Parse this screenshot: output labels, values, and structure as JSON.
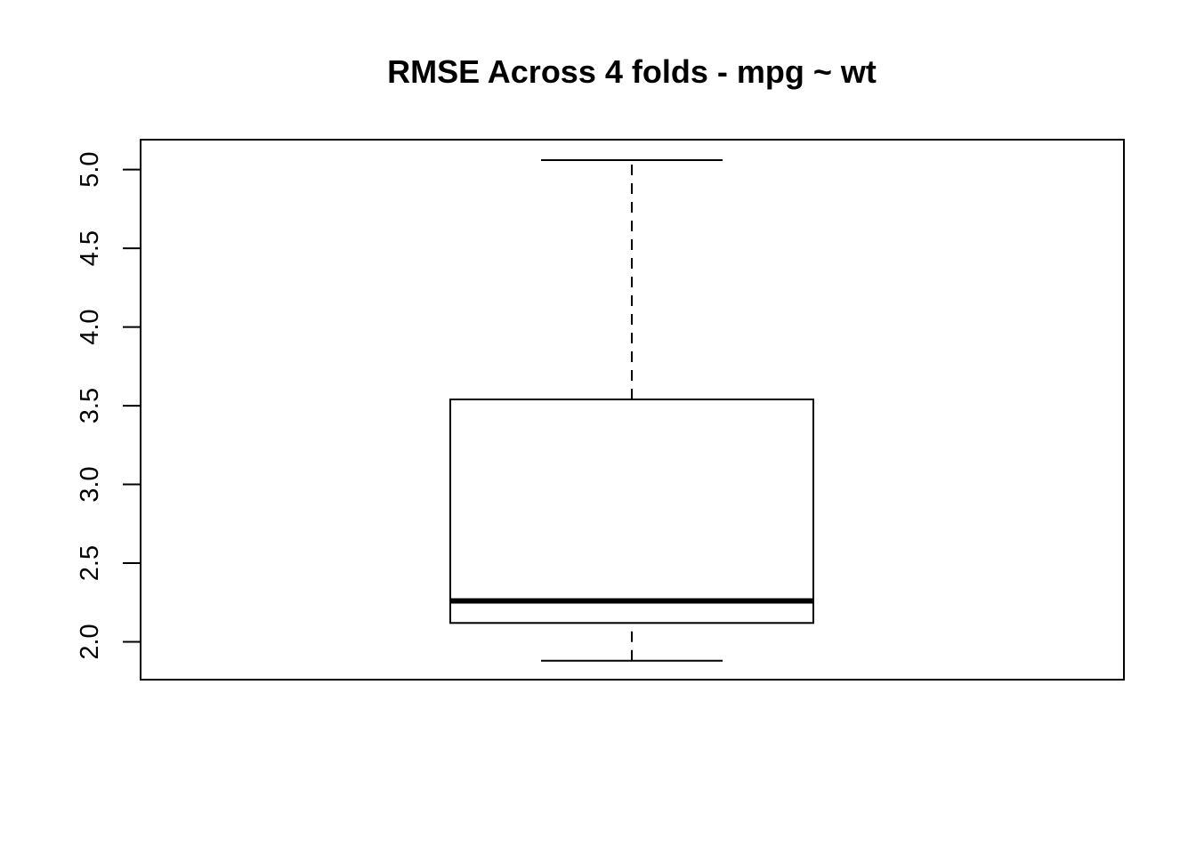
{
  "chart_data": {
    "type": "boxplot",
    "title": "RMSE Across 4 folds -  mpg ~ wt",
    "xlabel": "",
    "ylabel": "",
    "ylim": [
      1.76,
      5.19
    ],
    "yticks": [
      2.0,
      2.5,
      3.0,
      3.5,
      4.0,
      4.5,
      5.0
    ],
    "ytick_labels": [
      "2.0",
      "2.5",
      "3.0",
      "3.5",
      "4.0",
      "4.5",
      "5.0"
    ],
    "grid": false,
    "legend": "none",
    "box": {
      "min": 1.88,
      "q1": 2.12,
      "median": 2.26,
      "q3": 3.54,
      "max": 5.06
    }
  }
}
